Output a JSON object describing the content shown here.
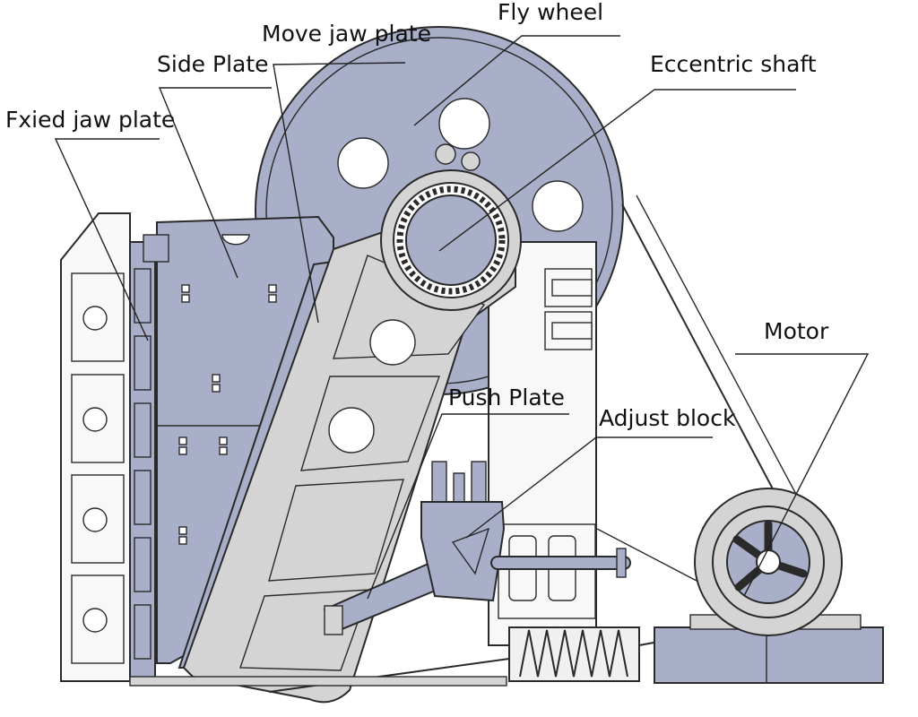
{
  "labels": {
    "fly_wheel": "Fly wheel",
    "move_jaw_plate": "Move jaw plate",
    "side_plate": "Side Plate",
    "eccentric_shaft": "Eccentric shaft",
    "fixed_jaw_plate": "Fxied jaw plate",
    "motor": "Motor",
    "push_plate": "Push Plate",
    "adjust_block": "Adjust block"
  },
  "colors": {
    "part_fill": "#a9aec9",
    "light_fill": "#d4d4d4",
    "white_fill": "#f8f8f8",
    "outline": "#2a2a2a"
  }
}
